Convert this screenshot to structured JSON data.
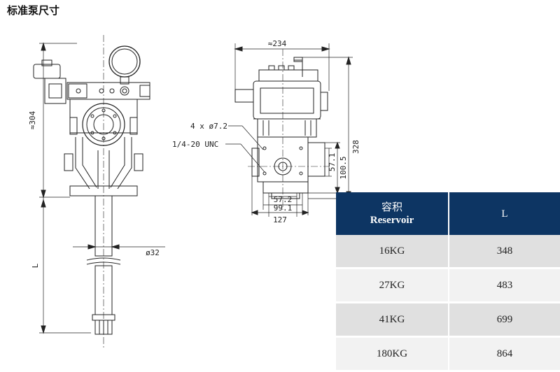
{
  "title": "标准泵尺寸",
  "drawing": {
    "side_view": {
      "height_label": "≈304",
      "diameter_label": "ø32",
      "length_label": "L"
    },
    "front_view": {
      "width_label": "≈234",
      "height_label": "328",
      "bore_label": "4 x ø7.2",
      "thread_label": "1/4-20 UNC",
      "dim_57_1": "57.1",
      "dim_100_5": "100.5",
      "dim_57_2": "57.2",
      "dim_99_1": "99.1",
      "dim_127": "127"
    }
  },
  "table": {
    "header": {
      "col1_cn": "容积",
      "col1_en": "Reservoir",
      "col2": "L"
    },
    "rows": [
      {
        "reservoir": "16KG",
        "l": "348"
      },
      {
        "reservoir": "27KG",
        "l": "483"
      },
      {
        "reservoir": "41KG",
        "l": "699"
      },
      {
        "reservoir": "180KG",
        "l": "864"
      }
    ]
  }
}
